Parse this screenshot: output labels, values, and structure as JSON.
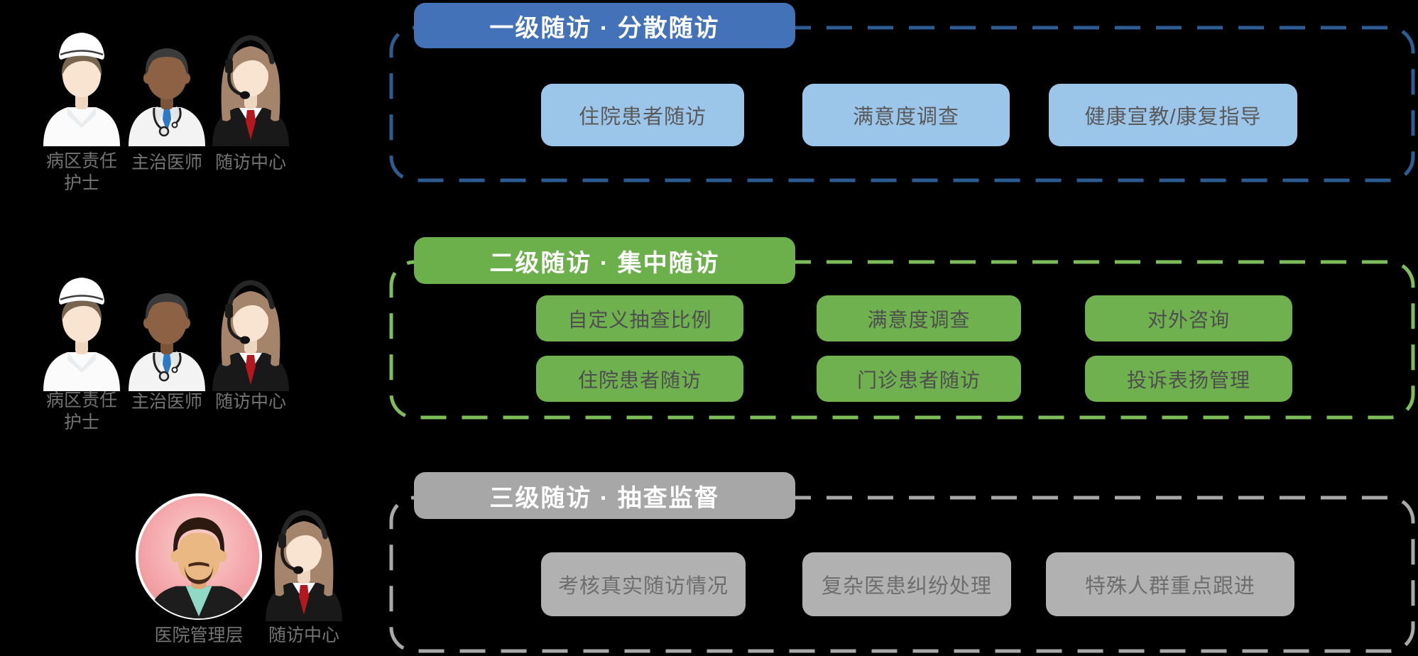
{
  "sections": [
    {
      "name": "level-1",
      "header": "一级随访 · 分散随访",
      "people": [
        {
          "icon": "nurse-icon",
          "label": "病区责任护士"
        },
        {
          "icon": "doctor-icon",
          "label": "主治医师"
        },
        {
          "icon": "call-center-agent-icon",
          "label": "随访中心"
        }
      ],
      "rows": [
        [
          "住院患者随访",
          "满意度调查",
          "健康宣教/康复指导"
        ]
      ],
      "colors": {
        "header_bg": "#4472b8",
        "border": "#2d5c92",
        "box_bg": "#9cc6e9",
        "box_text": "#595959"
      }
    },
    {
      "name": "level-2",
      "header": "二级随访 · 集中随访",
      "people": [
        {
          "icon": "nurse-icon",
          "label": "病区责任护士"
        },
        {
          "icon": "doctor-icon",
          "label": "主治医师"
        },
        {
          "icon": "call-center-agent-icon",
          "label": "随访中心"
        }
      ],
      "rows": [
        [
          "自定义抽查比例",
          "满意度调查",
          "对外咨询"
        ],
        [
          "住院患者随访",
          "门诊患者随访",
          "投诉表扬管理"
        ]
      ],
      "colors": {
        "header_bg": "#6cb04c",
        "border": "#7dbe5a",
        "box_bg": "#6fb14e",
        "box_text": "#4e4e4e"
      }
    },
    {
      "name": "level-3",
      "header": "三级随访 · 抽查监督",
      "people": [
        {
          "icon": "manager-icon",
          "label": "医院管理层"
        },
        {
          "icon": "call-center-agent-icon",
          "label": "随访中心"
        }
      ],
      "rows": [
        [
          "考核真实随访情况",
          "复杂医患纠纷处理",
          "特殊人群重点跟进"
        ]
      ],
      "colors": {
        "header_bg": "#a7a7a7",
        "border": "#a9a9a9",
        "box_bg": "#b1b1b1",
        "box_text": "#6e6e6e"
      }
    }
  ]
}
